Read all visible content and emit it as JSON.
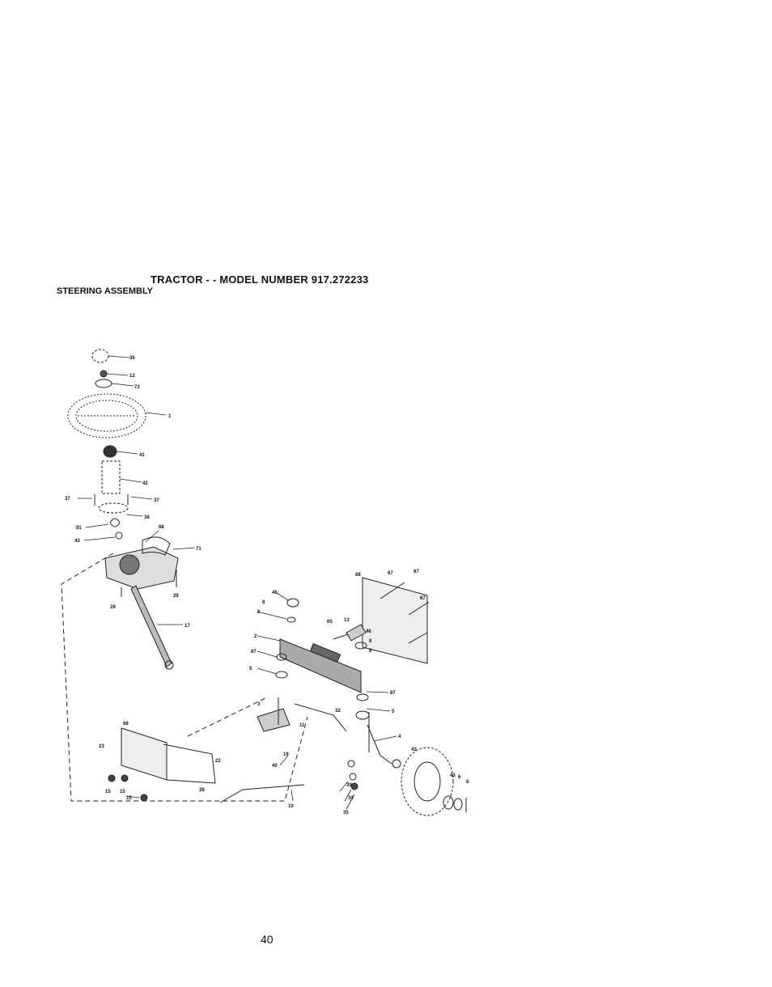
{
  "header": {
    "title": "TRACTOR - - MODEL NUMBER 917.272233",
    "subtitle": "STEERING ASSEMBLY"
  },
  "parts": {
    "p36": "36",
    "p12": "12",
    "p72": "72",
    "p1": "1",
    "p41": "41",
    "p42": "42",
    "p37a": "37",
    "p37b": "37",
    "p38": "38",
    "p91": "91",
    "p43a": "43",
    "p88": "88",
    "p71": "71",
    "p29a": "29",
    "p29b": "29",
    "p17": "17",
    "p68a": "68",
    "p67a": "67",
    "p67b": "67",
    "p67c": "67",
    "p46a": "46",
    "p8a": "8",
    "p6a": "6",
    "p13": "13",
    "p65": "65",
    "p2": "2",
    "p46b": "46",
    "p8b": "8",
    "p6b": "6",
    "p87a": "87",
    "p5a": "5",
    "p87b": "87",
    "p5b": "5",
    "p3": "3",
    "p32": "32",
    "p11": "11",
    "p4": "4",
    "p40": "40",
    "p19": "19",
    "p43b": "43",
    "p39": "39",
    "p34": "34",
    "p35": "35",
    "p43c": "43",
    "p6c": "6",
    "p8c": "8",
    "p68b": "68",
    "p23": "23",
    "p22": "22",
    "p15a": "15",
    "p15b": "15",
    "p15c": "15",
    "p28": "28",
    "p10": "10"
  },
  "footer": {
    "page_number": "40"
  }
}
